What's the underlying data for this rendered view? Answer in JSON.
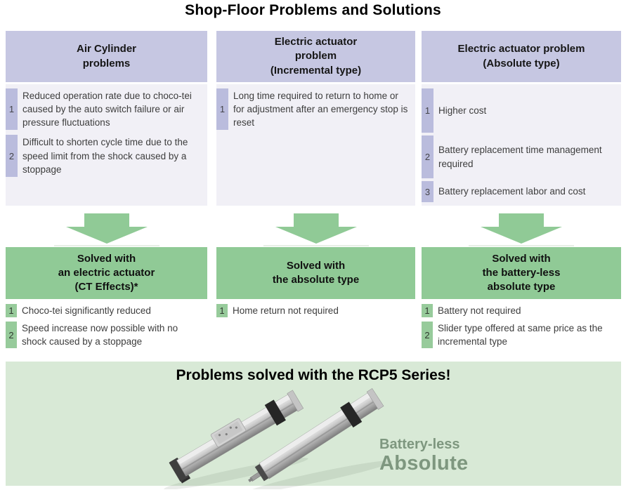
{
  "title": "Shop-Floor Problems and Solutions",
  "colors": {
    "problem_header_bg": "#c6c7e2",
    "problem_num_bg": "#babcdd",
    "problem_body_bg": "#f1f0f6",
    "solution_green": "#90ca96",
    "solution_num_bg": "#97cb9b",
    "banner_bg": "#d8e9d6",
    "badge_text": "#7e977f"
  },
  "problems": [
    {
      "header": "Air Cylinder\nproblems",
      "items": [
        {
          "num": "1",
          "text": "Reduced operation rate due to choco-tei caused by the auto switch failure or air pressure fluctuations"
        },
        {
          "num": "2",
          "text": "Difficult to shorten cycle time due to the speed limit from the shock caused by a stoppage"
        }
      ]
    },
    {
      "header": "Electric actuator\nproblem\n(Incremental type)",
      "items": [
        {
          "num": "1",
          "text": "Long time required to return to home or for adjustment after an emergency stop is reset"
        }
      ]
    },
    {
      "header": "Electric actuator problem\n(Absolute type)",
      "items": [
        {
          "num": "1",
          "text": "Higher cost"
        },
        {
          "num": "2",
          "text": "Battery replacement time management required"
        },
        {
          "num": "3",
          "text": "Battery replacement labor and cost"
        }
      ]
    }
  ],
  "solutions": [
    {
      "header": "Solved with\nan electric actuator\n(CT Effects)*",
      "items": [
        {
          "num": "1",
          "text": "Choco-tei significantly reduced"
        },
        {
          "num": "2",
          "text": "Speed increase now possible with no shock caused by a stoppage"
        }
      ]
    },
    {
      "header": "Solved with\nthe absolute type",
      "items": [
        {
          "num": "1",
          "text": "Home return not required"
        }
      ]
    },
    {
      "header": "Solved with\nthe battery-less\nabsolute type",
      "items": [
        {
          "num": "1",
          "text": "Battery not required"
        },
        {
          "num": "2",
          "text": "Slider type offered at same price as the incremental type"
        }
      ]
    }
  ],
  "banner": {
    "title": "Problems solved with the RCP5 Series!",
    "badge_line1": "Battery-less",
    "badge_line2": "Absolute"
  }
}
